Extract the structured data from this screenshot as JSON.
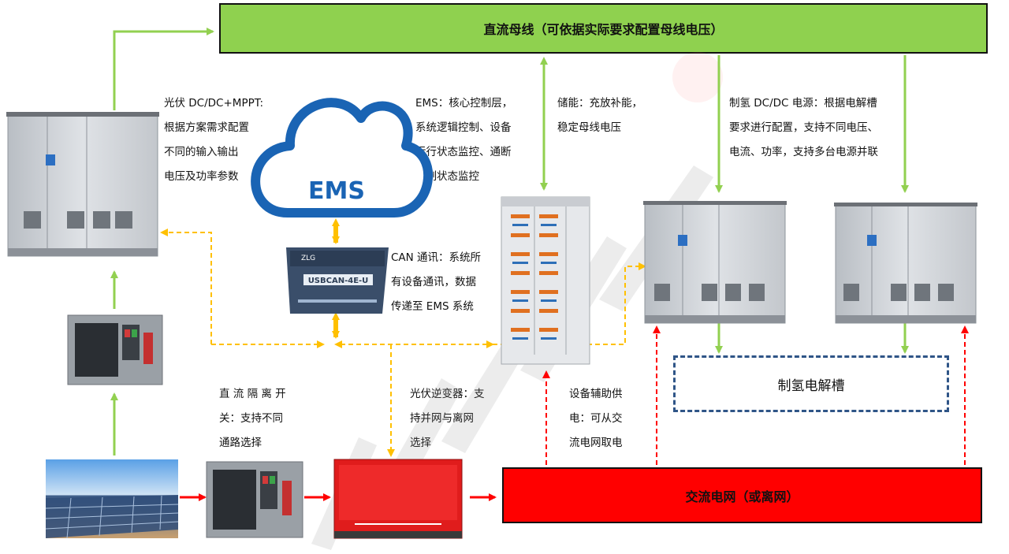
{
  "bus_label": "直流母线（可依据实际要求配置母线电压）",
  "grid_label": "交流电网（或离网）",
  "electrolyzer_label": "制氢电解槽",
  "ems_logo_text": "EMS",
  "can_device_text": "USBCAN-4E-U",
  "can_device_brand": "ZLG",
  "notes": {
    "pv_dcdc": "光伏 DC/DC+MPPT:\n根据方案需求配置\n不同的输入输出\n电压及功率参数",
    "ems": "EMS：核心控制层，\n系统逻辑控制、设备\n运行状态监控、通断\n控制状态监控",
    "storage": "储能：充放补能，\n稳定母线电压",
    "h2_dcdc": "制氢 DC/DC 电源：根据电解槽\n要求进行配置，支持不同电压、\n电流、功率，支持多台电源并联",
    "can": "CAN 通讯：系统所\n有设备通讯，数据\n传递至 EMS 系统",
    "isolation_switch": "直 流 隔 离 开\n关：支持不同\n通路选择",
    "pv_inverter": "光伏逆变器：支\n持并网与离网\n选择",
    "aux_power": "设备辅助供\n电：可从交\n流电网取电"
  },
  "colors": {
    "bus_green": "#8fd14f",
    "grid_red": "#ff0000",
    "power_arrow_green": "#92d050",
    "ac_arrow_red": "#ff0000",
    "comm_arrow_yellow": "#ffc000",
    "tank_border_blue": "#2f5587"
  }
}
